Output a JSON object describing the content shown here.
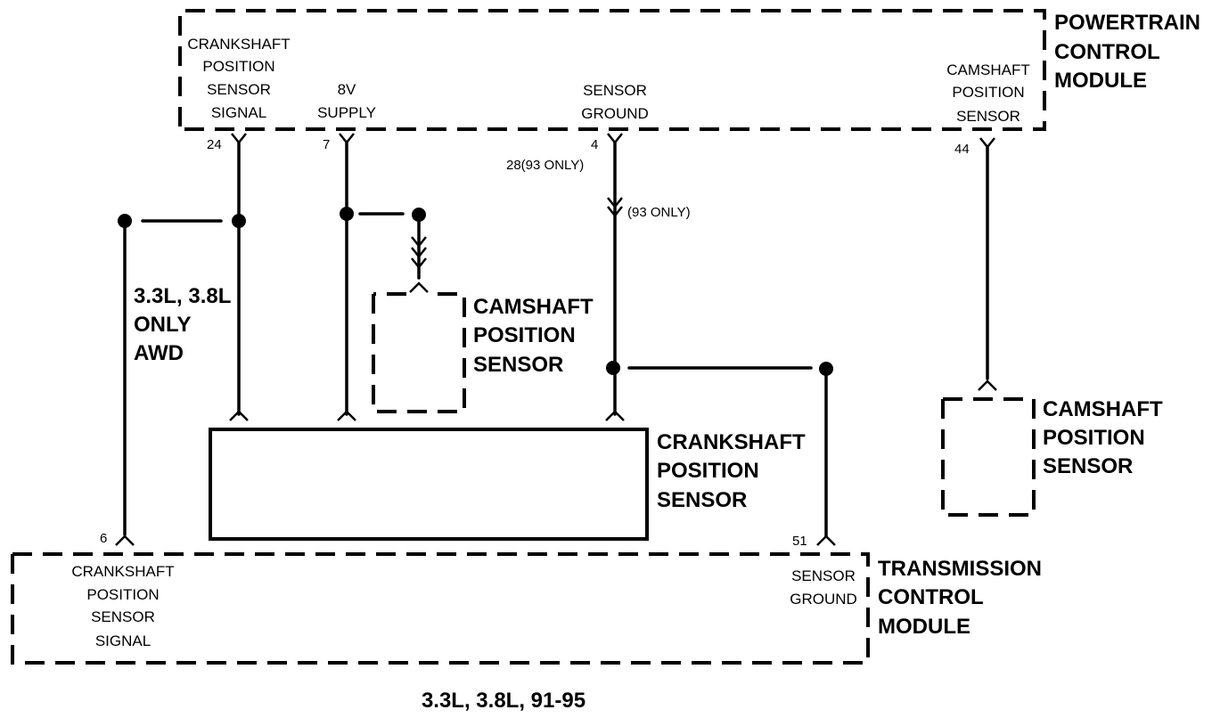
{
  "pcm": {
    "title": [
      "POWERTRAIN",
      "CONTROL",
      "MODULE"
    ],
    "pin_crank_signal": {
      "label": [
        "CRANKSHAFT",
        "POSITION",
        "SENSOR",
        "SIGNAL"
      ],
      "pin": "24"
    },
    "pin_8v_supply": {
      "label": [
        "8V",
        "SUPPLY"
      ],
      "pin": "7"
    },
    "pin_sensor_ground": {
      "label": [
        "SENSOR",
        "GROUND"
      ],
      "pin": "4",
      "pin_alt": "28(93 ONLY)"
    },
    "pin_cam_sensor": {
      "label": [
        "CAMSHAFT",
        "POSITION",
        "SENSOR"
      ],
      "pin": "44"
    }
  },
  "tcm": {
    "title": [
      "TRANSMISSION",
      "CONTROL",
      "MODULE"
    ],
    "pin_crank_signal": {
      "label": [
        "CRANKSHAFT",
        "POSITION",
        "SENSOR",
        "SIGNAL"
      ],
      "pin": "6"
    },
    "pin_sensor_ground": {
      "label": [
        "SENSOR",
        "GROUND"
      ],
      "pin": "51"
    }
  },
  "components": {
    "camshaft_sensor_center": [
      "CAMSHAFT",
      "POSITION",
      "SENSOR"
    ],
    "camshaft_sensor_right": [
      "CAMSHAFT",
      "POSITION",
      "SENSOR"
    ],
    "crankshaft_sensor": [
      "CRANKSHAFT",
      "POSITION",
      "SENSOR"
    ]
  },
  "notes": {
    "awd_note": [
      "3.3L, 3.8L",
      "ONLY",
      "AWD"
    ],
    "ground_93_only": "(93 ONLY)",
    "footer": "3.3L, 3.8L, 91-95"
  }
}
